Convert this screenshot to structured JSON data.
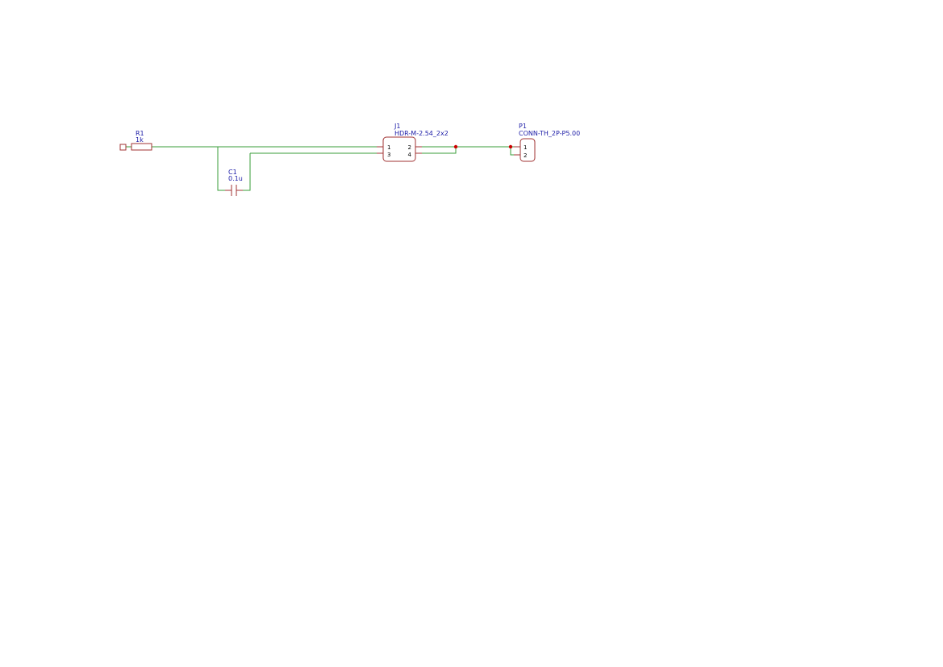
{
  "colors": {
    "background": "#ffffff",
    "wire": "#3a9e3a",
    "symbol": "#a03333",
    "junction": "#cc0000",
    "label": "#1a1aa6",
    "pin_number": "#000000"
  },
  "components": {
    "r1": {
      "designator": "R1",
      "value": "1k"
    },
    "c1": {
      "designator": "C1",
      "value": "0.1u"
    },
    "j1": {
      "designator": "J1",
      "value": "HDR-M-2.54_2x2",
      "pins": [
        "1",
        "2",
        "3",
        "4"
      ]
    },
    "p1": {
      "designator": "P1",
      "value": "CONN-TH_2P-P5.00",
      "pins": [
        "1",
        "2"
      ]
    }
  }
}
